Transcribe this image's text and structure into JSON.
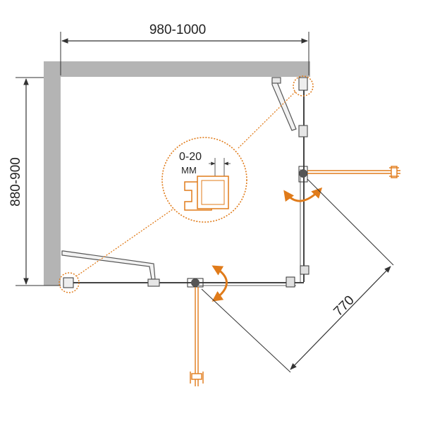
{
  "dimensions": {
    "width_label": "980-1000",
    "height_label": "880-900",
    "door_label": "770",
    "adjust_label": "0-20",
    "unit_label": "MM"
  },
  "colors": {
    "wall": "#b4b4b4",
    "line": "#333333",
    "accent": "#e07b1a"
  }
}
